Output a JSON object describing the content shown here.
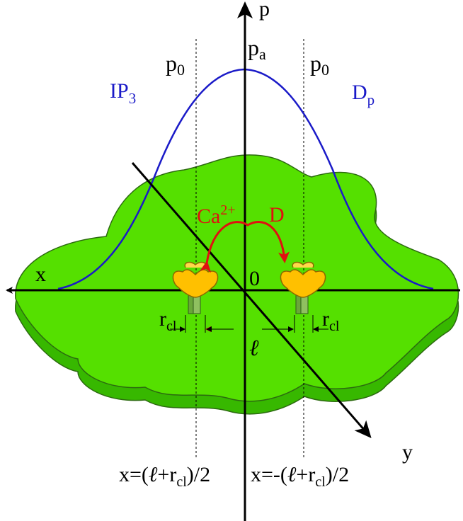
{
  "axes": {
    "x_label": "x",
    "y_label": "y",
    "p_label": "p",
    "origin_label": "0"
  },
  "levels": {
    "p0_left": {
      "base": "p",
      "sub": "0"
    },
    "pa": {
      "base": "p",
      "sub": "a"
    },
    "p0_right": {
      "base": "p",
      "sub": "0"
    }
  },
  "curve_labels": {
    "ip3": {
      "base": "IP",
      "sub": "3"
    },
    "dp": {
      "base": "D",
      "sub": "p"
    }
  },
  "calcium": {
    "ion": {
      "base": "Ca",
      "sup": "2+"
    },
    "diffusion": "D"
  },
  "distances": {
    "rcl_left": {
      "base": "r",
      "sub": "cl"
    },
    "rcl_right": {
      "base": "r",
      "sub": "cl"
    },
    "ell": "ℓ"
  },
  "positions": {
    "left": {
      "prefix": "x=(",
      "ell": "ℓ",
      "plus": "+r",
      "sub": "cl",
      "suffix": ")/2"
    },
    "right": {
      "prefix": "x=-(",
      "ell": "ℓ",
      "plus": "+r",
      "sub": "cl",
      "suffix": ")/2"
    }
  },
  "colors": {
    "membrane": "#55e000",
    "membrane_side": "#37b800",
    "curve": "#1a1ac8",
    "calcium": "#e01010",
    "channel": "#ffc000",
    "channel_stem": "#6aa63a",
    "axis": "#000000"
  }
}
